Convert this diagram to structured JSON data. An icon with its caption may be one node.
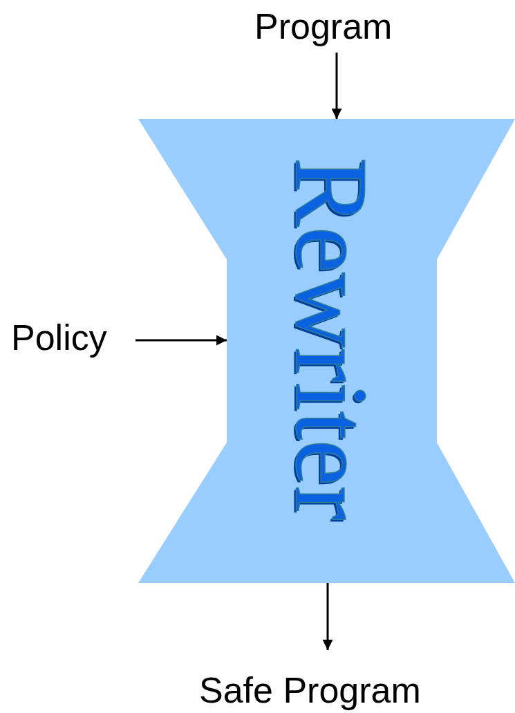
{
  "diagram": {
    "nodes": [
      {
        "text": [
          "Program"
        ]
      },
      {
        "text": [
          "Rewriter"
        ]
      },
      {
        "text": [
          "Policy"
        ]
      },
      {
        "text": [
          "Safe Program"
        ]
      }
    ],
    "edges": [
      {
        "from": 0,
        "to": 1,
        "arrow": "to"
      },
      {
        "from": 2,
        "to": 1,
        "arrow": "to"
      },
      {
        "from": 1,
        "to": 3,
        "arrow": "to"
      }
    ]
  }
}
